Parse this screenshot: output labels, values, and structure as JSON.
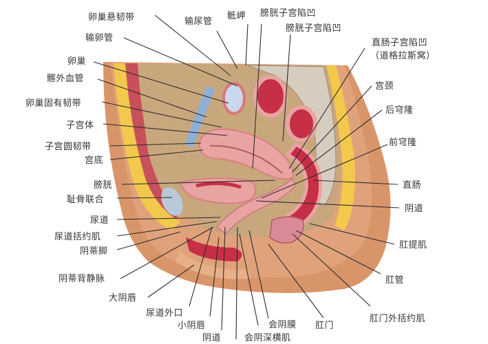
{
  "diagram": {
    "type": "anatomical-sagittal-section",
    "subject": "female pelvis median sagittal section",
    "colors": {
      "background": "#ffffff",
      "skin": "#d9956a",
      "fat": "#f2c94c",
      "muscle": "#c8505a",
      "uterus": "#e9a3a3",
      "mucosa": "#c62f45",
      "bone": "#b9c9d9",
      "peritoneum": "#c9a77d",
      "leader_line": "#2b2b2b",
      "label_text": "#333333"
    },
    "labels_top": [
      {
        "id": "suspensory-ligament-ovary",
        "text": "卵巢悬韧带"
      },
      {
        "id": "ureter",
        "text": "输尿管"
      },
      {
        "id": "promontory",
        "text": "骶岬"
      },
      {
        "id": "vesicouterine-pouch-1",
        "text": "膀胱子宫陷凹"
      },
      {
        "id": "vesicouterine-pouch-2",
        "text": "膀胱子宫陷凹"
      }
    ],
    "labels_left": [
      {
        "id": "uterine-tube",
        "text": "输卵管"
      },
      {
        "id": "ovary",
        "text": "卵巢"
      },
      {
        "id": "external-iliac-vessels",
        "text": "髂外血管"
      },
      {
        "id": "ovarian-ligament",
        "text": "卵巢固有韧带"
      },
      {
        "id": "uterine-body",
        "text": "子宫体"
      },
      {
        "id": "round-ligament",
        "text": "子宫圆韧带"
      },
      {
        "id": "fundus",
        "text": "宫底"
      },
      {
        "id": "bladder",
        "text": "膀胱"
      },
      {
        "id": "pubic-symphysis",
        "text": "耻骨联合"
      },
      {
        "id": "urethra",
        "text": "尿道"
      },
      {
        "id": "urethral-sphincter",
        "text": "尿道括约肌"
      },
      {
        "id": "crus-clitoris",
        "text": "阴蒂脚"
      },
      {
        "id": "dorsal-vein-clitoris",
        "text": "阴蒂背静脉"
      },
      {
        "id": "labia-majora",
        "text": "大阴唇"
      }
    ],
    "labels_right": [
      {
        "id": "rectouterine-pouch",
        "text": "直肠子宫陷凹"
      },
      {
        "id": "douglas-pouch",
        "text": "（道格拉斯窝）"
      },
      {
        "id": "cervix",
        "text": "宫颈"
      },
      {
        "id": "posterior-fornix",
        "text": "后穹隆"
      },
      {
        "id": "anterior-fornix",
        "text": "前穹隆"
      },
      {
        "id": "rectum",
        "text": "直肠"
      },
      {
        "id": "vagina-right",
        "text": "阴道"
      },
      {
        "id": "levator-ani",
        "text": "肛提肌"
      },
      {
        "id": "anal-canal",
        "text": "肛管"
      },
      {
        "id": "external-anal-sphincter",
        "text": "肛门外括约肌"
      }
    ],
    "labels_bottom": [
      {
        "id": "external-urethral-orifice",
        "text": "尿道外口"
      },
      {
        "id": "labia-minora",
        "text": "小阴唇"
      },
      {
        "id": "vagina-bottom",
        "text": "阴道"
      },
      {
        "id": "perineal-membrane",
        "text": "会阴膜"
      },
      {
        "id": "deep-transverse-perineal",
        "text": "会阴深横肌"
      },
      {
        "id": "anus",
        "text": "肛门"
      }
    ]
  }
}
